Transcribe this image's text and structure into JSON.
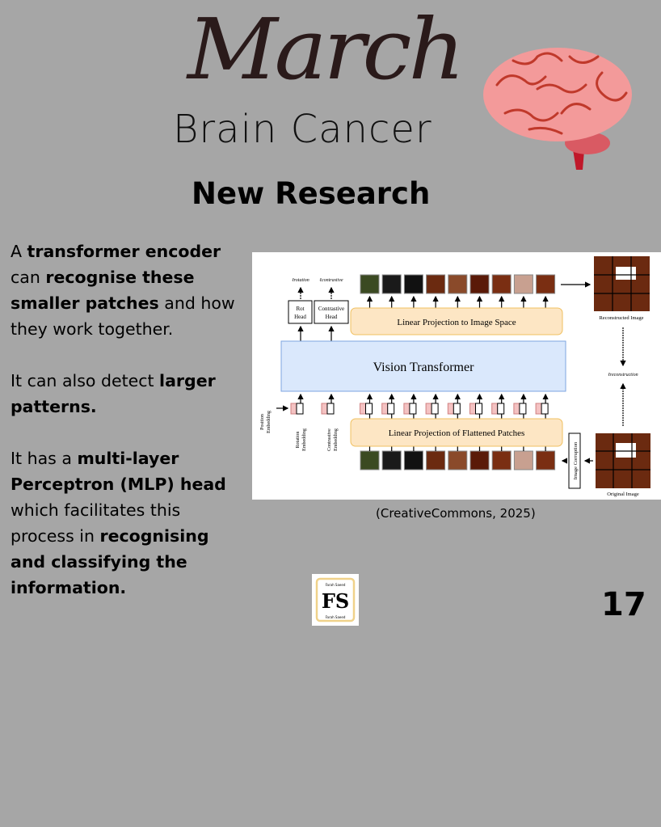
{
  "header": {
    "title": "March",
    "subtitle": "Brain Cancer",
    "heading": "New Research"
  },
  "body": {
    "p1": [
      {
        "t": "A ",
        "b": false
      },
      {
        "t": "transformer encoder",
        "b": true
      },
      {
        "t": " can ",
        "b": false
      },
      {
        "t": "recognise these smaller patches",
        "b": true
      },
      {
        "t": " and how they work together.",
        "b": false
      }
    ],
    "p2": [
      {
        "t": " It can also detect ",
        "b": false
      },
      {
        "t": "larger patterns.",
        "b": true
      }
    ],
    "p3": [
      {
        "t": "It has a ",
        "b": false
      },
      {
        "t": "multi-layer Perceptron (MLP) head",
        "b": true
      },
      {
        "t": " which facilitates this process in ",
        "b": false
      },
      {
        "t": "recognising and classifying the information.",
        "b": true
      }
    ]
  },
  "diagram": {
    "loss_rotation": "ℓrotation",
    "loss_contrastive": "ℓcontrastive",
    "loss_reconstruction": "ℓreconstruction",
    "rot_head": [
      "Rot",
      "Head"
    ],
    "contrastive_head": [
      "Contrastive",
      "Head"
    ],
    "linear_top": "Linear Projection to Image Space",
    "vit": "Vision Transformer",
    "linear_bottom": "Linear Projection of Flattened Patches",
    "position_embedding": [
      "Position",
      "Embedding"
    ],
    "rotation_embedding": [
      "Rotation",
      "Embedding"
    ],
    "contrastive_embedding": [
      "Contrastive",
      "Embedding"
    ],
    "image_corruption": "Image Corruption",
    "reconstructed_image": "Reconstructed Image",
    "original_image": "Original Image",
    "colors": {
      "vit": "#dae8fc",
      "linear": "#fde6c4",
      "token": "#f4c2c2",
      "patch": "#7a2e12"
    }
  },
  "credit": "(CreativeCommons, 2025)",
  "logo": {
    "name": "Farah Saeed",
    "initials": "FS"
  },
  "page_number": "17"
}
